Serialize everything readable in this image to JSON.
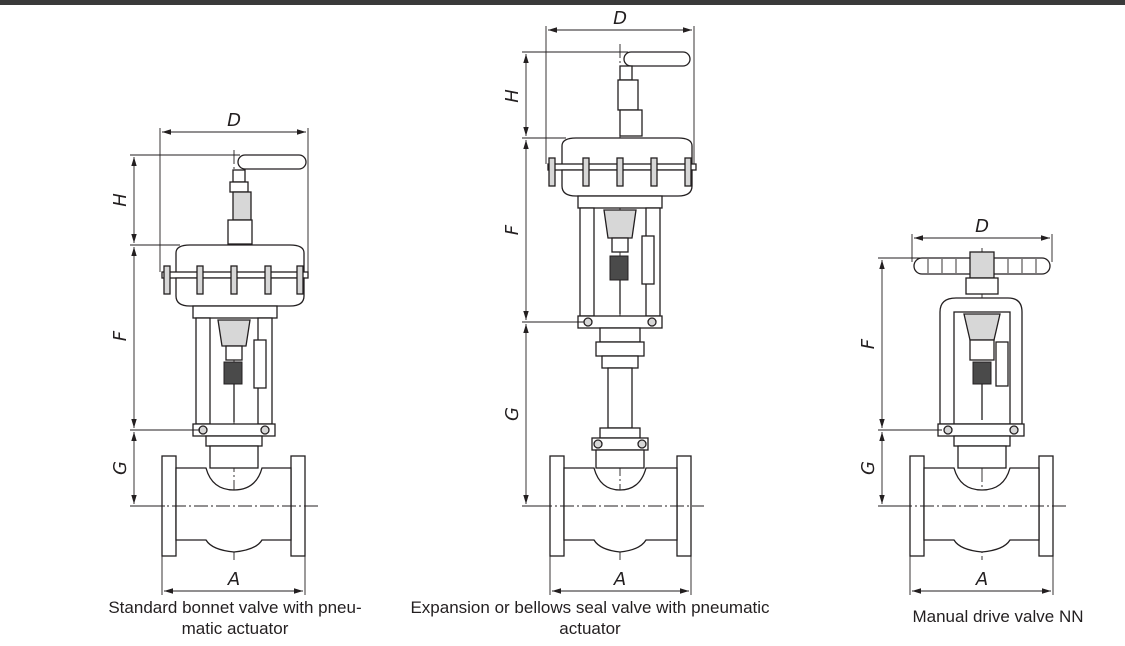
{
  "figures": [
    {
      "caption": "Standard bonnet valve with pneu-\nmatic actuator",
      "labels": {
        "D": "D",
        "H": "H",
        "F": "F",
        "G": "G",
        "A": "A"
      }
    },
    {
      "caption": "Expansion or bellows seal valve with pneumatic\nactuator",
      "labels": {
        "D": "D",
        "H": "H",
        "F": "F",
        "G": "G",
        "A": "A"
      }
    },
    {
      "caption": "Manual drive valve NN",
      "labels": {
        "D": "D",
        "F": "F",
        "G": "G",
        "A": "A"
      }
    }
  ]
}
